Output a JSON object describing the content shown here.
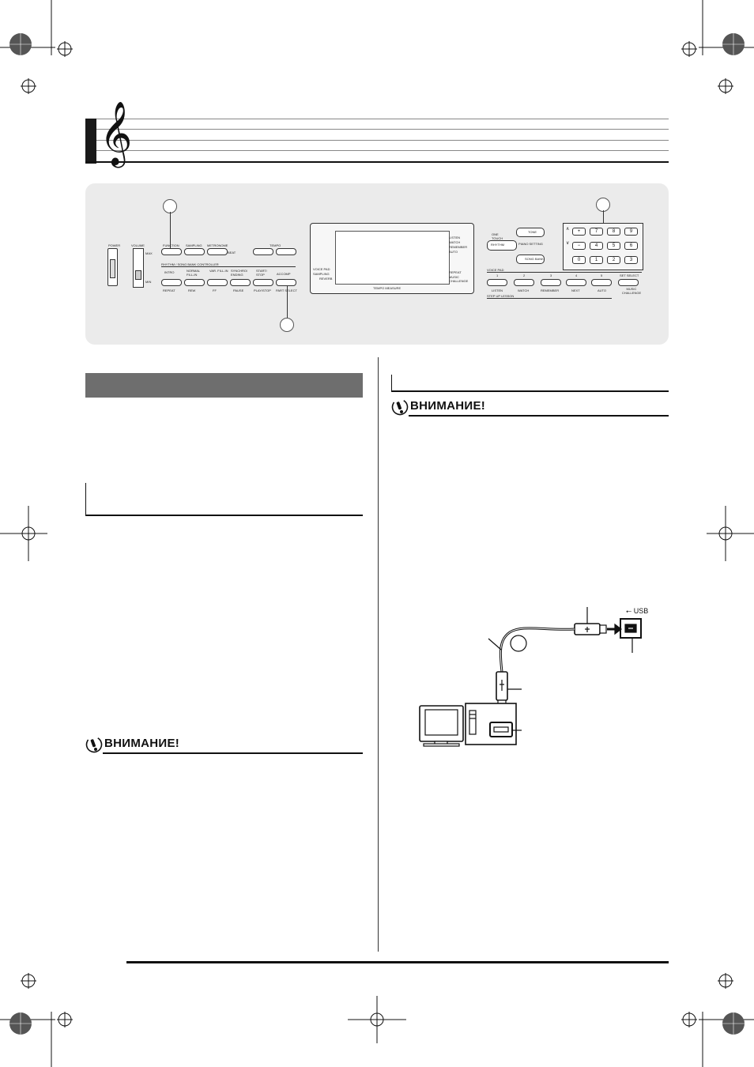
{
  "caution": {
    "left_title": "ВНИМАНИЕ!",
    "right_title": "ВНИМАНИЕ!"
  },
  "usb": {
    "label": "USB"
  },
  "panel": {
    "power": "POWER",
    "volume": "VOLUME",
    "max": "MAX",
    "min": "MIN",
    "function": "FUNCTION",
    "sampling": "SAMPLING",
    "metronome": "METRONOME",
    "beat": "BEAT",
    "tempo": "TEMPO",
    "rhythm_ctrl": "RHYTHM / SONG BANK CONTROLLER",
    "intro": "INTRO",
    "normal_fill": "NORMAL FILL-IN",
    "var_fill": "VAR. FILL-IN",
    "synchro": "SYNCHRO/ ENDING",
    "start_stop": "START/ STOP",
    "acomp": "ACCOMP",
    "repeat": "REPEAT",
    "rew": "REW",
    "ff": "FF",
    "pause": "PAUSE",
    "play_stop": "PLAY/STOP",
    "part_select": "PART SELECT",
    "listen": "LISTEN",
    "watch": "WATCH",
    "remember": "REMEMBER",
    "auto": "AUTO",
    "repeat2": "REPEAT",
    "music_challenge": "MUSIC CHALLENGE",
    "voice_pad": "VOICE PAD",
    "sampling2": "SAMPLING",
    "reverb": "REVERB",
    "tempo_measure": "TEMPO   MEASURE",
    "one_touch": "ONE TOUCH PRESET",
    "rhythm": "RHYTHM",
    "tone": "TONE",
    "piano_setting": "PIANO SETTING",
    "song_bank": "SONG BANK",
    "voice_pad2": "VOICE PAD",
    "pad_numbers": [
      "1",
      "2",
      "3",
      "4",
      "5"
    ],
    "set_select": "SET SELECT",
    "lesson": [
      "LISTEN",
      "WATCH",
      "REMEMBER",
      "NEXT",
      "AUTO"
    ],
    "music_challenge2": "MUSIC CHALLENGE",
    "step_up": "STEP UP LESSON",
    "keypad_row1": [
      "+",
      "7",
      "8",
      "9"
    ],
    "keypad_row2": [
      "−",
      "4",
      "5",
      "6"
    ],
    "keypad_row3": [
      "0",
      "1",
      "2",
      "3"
    ]
  },
  "colors": {
    "panel_bg": "#ebebeb",
    "section_grey": "#6e6e6e",
    "ink": "#111111"
  }
}
